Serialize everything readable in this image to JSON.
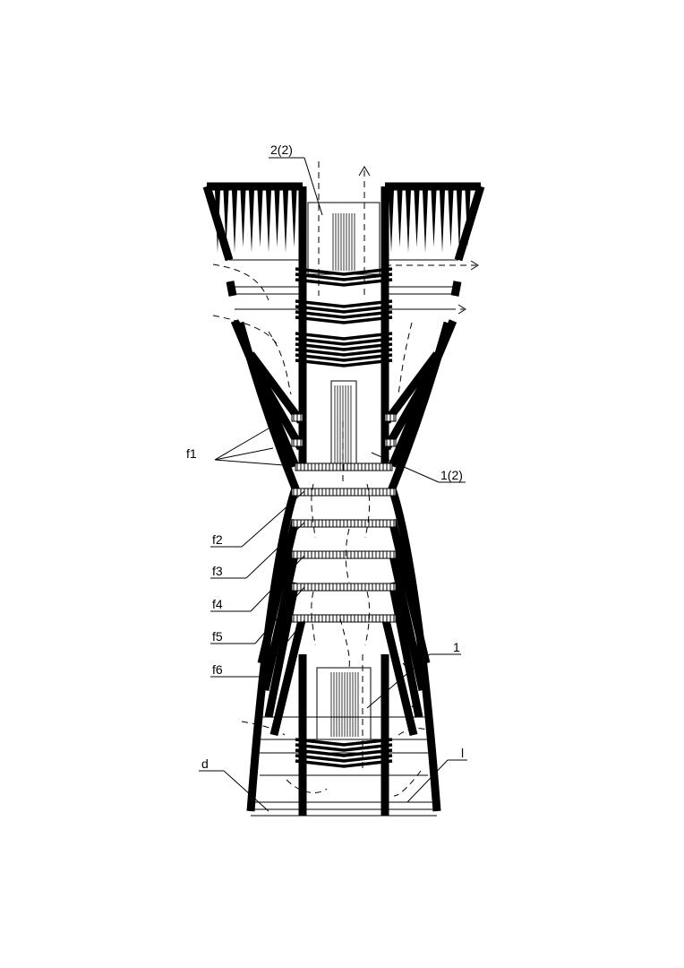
{
  "labels": {
    "top_tube": "2(2)",
    "mid_tube": "1(2)",
    "bottom_tube": "1",
    "plates_f1": "f1",
    "plate_f2": "f2",
    "plate_f3": "f3",
    "plate_f4": "f4",
    "plate_f5": "f5",
    "plate_f6": "f6",
    "base_d": "d",
    "base_l": "l"
  },
  "colors": {
    "ink": "#000000",
    "background": "#ffffff"
  }
}
